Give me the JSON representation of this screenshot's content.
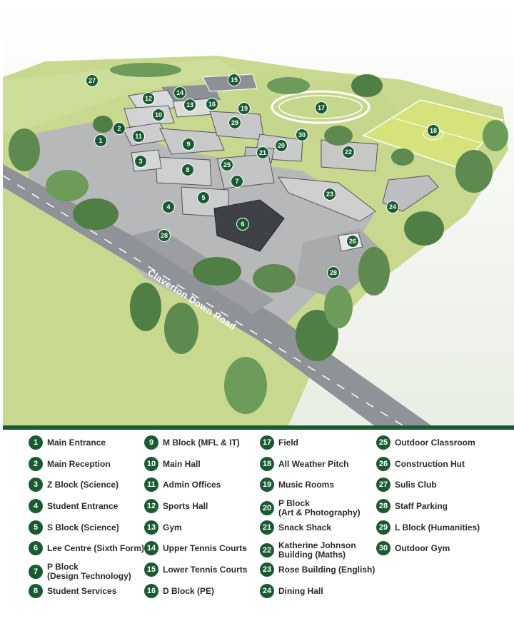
{
  "map": {
    "road_label": "Claverton Down Road",
    "markers": [
      {
        "n": "1"
      },
      {
        "n": "2"
      },
      {
        "n": "3"
      },
      {
        "n": "4"
      },
      {
        "n": "5"
      },
      {
        "n": "6"
      },
      {
        "n": "7"
      },
      {
        "n": "8"
      },
      {
        "n": "9"
      },
      {
        "n": "10"
      },
      {
        "n": "11"
      },
      {
        "n": "12"
      },
      {
        "n": "13"
      },
      {
        "n": "14"
      },
      {
        "n": "15"
      },
      {
        "n": "16"
      },
      {
        "n": "17"
      },
      {
        "n": "18"
      },
      {
        "n": "19"
      },
      {
        "n": "20"
      },
      {
        "n": "21"
      },
      {
        "n": "22"
      },
      {
        "n": "23"
      },
      {
        "n": "24"
      },
      {
        "n": "25"
      },
      {
        "n": "26"
      },
      {
        "n": "27"
      },
      {
        "n": "28"
      },
      {
        "n": "28"
      },
      {
        "n": "29"
      },
      {
        "n": "30"
      }
    ]
  },
  "legend": {
    "items": [
      {
        "n": "1",
        "label": "Main Entrance"
      },
      {
        "n": "2",
        "label": "Main Reception"
      },
      {
        "n": "3",
        "label": "Z Block (Science)"
      },
      {
        "n": "4",
        "label": "Student Entrance"
      },
      {
        "n": "5",
        "label": "S Block (Science)"
      },
      {
        "n": "6",
        "label": "Lee Centre (Sixth Form)"
      },
      {
        "n": "7",
        "label": "P Block\n(Design Technology)"
      },
      {
        "n": "8",
        "label": "Student Services"
      },
      {
        "n": "9",
        "label": "M Block (MFL & IT)"
      },
      {
        "n": "10",
        "label": "Main Hall"
      },
      {
        "n": "11",
        "label": "Admin Offices"
      },
      {
        "n": "12",
        "label": "Sports Hall"
      },
      {
        "n": "13",
        "label": "Gym"
      },
      {
        "n": "14",
        "label": "Upper Tennis Courts"
      },
      {
        "n": "15",
        "label": "Lower Tennis Courts"
      },
      {
        "n": "16",
        "label": "D Block (PE)"
      },
      {
        "n": "17",
        "label": "Field"
      },
      {
        "n": "18",
        "label": "All Weather Pitch"
      },
      {
        "n": "19",
        "label": "Music Rooms"
      },
      {
        "n": "20",
        "label": "P Block\n(Art & Photography)"
      },
      {
        "n": "21",
        "label": "Snack Shack"
      },
      {
        "n": "22",
        "label": "Katherine Johnson\nBuilding (Maths)"
      },
      {
        "n": "23",
        "label": "Rose Building (English)"
      },
      {
        "n": "24",
        "label": "Dining Hall"
      },
      {
        "n": "25",
        "label": "Outdoor Classroom"
      },
      {
        "n": "26",
        "label": "Construction Hut"
      },
      {
        "n": "27",
        "label": "Sulis Club"
      },
      {
        "n": "28",
        "label": "Staff Parking"
      },
      {
        "n": "29",
        "label": "L Block (Humanities)"
      },
      {
        "n": "30",
        "label": "Outdoor Gym"
      }
    ]
  },
  "colors": {
    "brand_green": "#1a5a32",
    "grass": "#c6d98f",
    "road": "#8f9296",
    "tarmac": "#b8b9bb"
  }
}
